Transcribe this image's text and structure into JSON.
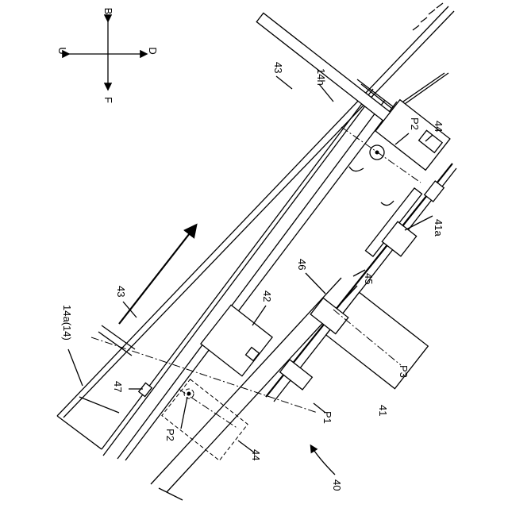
{
  "compass": {
    "up": "B",
    "down": "F",
    "left": "U",
    "right": "D"
  },
  "labels": {
    "l43_top": "43",
    "l14h": "14h",
    "lP2_top": "P2",
    "l44_top": "44",
    "l41a": "41a",
    "l45": "45",
    "l46": "46",
    "l42": "42",
    "l43_left": "43",
    "l14a": "14a(14)",
    "l47": "47",
    "lP2_bottom": "P2",
    "l44_bottom": "44",
    "lP1": "P1",
    "l41": "41",
    "lP3": "P3",
    "l40": "40"
  }
}
